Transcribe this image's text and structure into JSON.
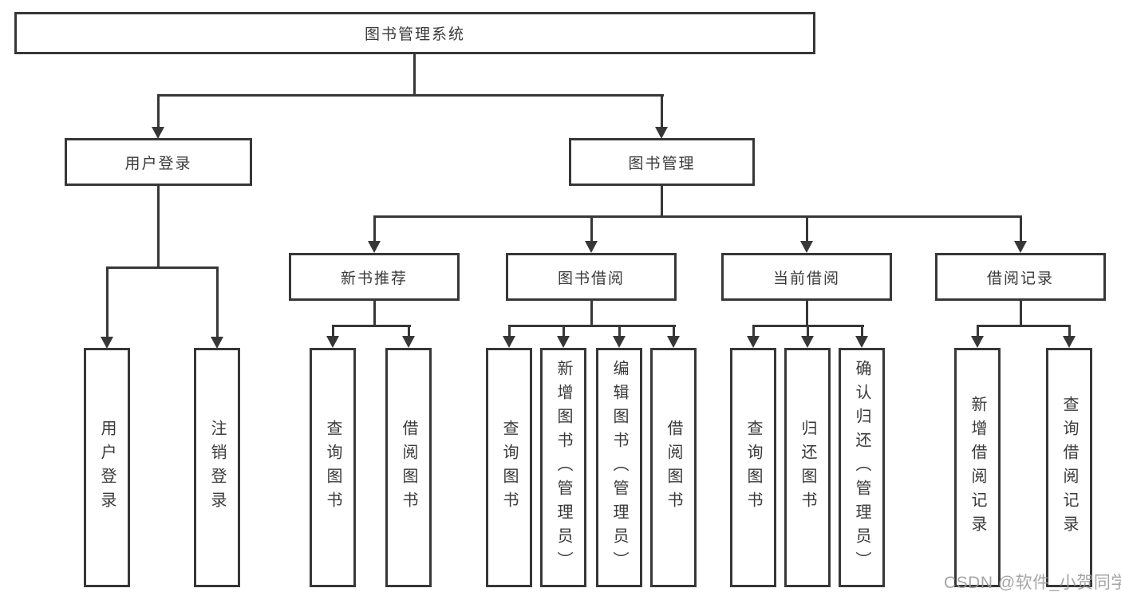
{
  "tree": {
    "label": "图书管理系统",
    "children": [
      {
        "label": "用户登录",
        "children": [
          {
            "label": "用户登录"
          },
          {
            "label": "注销登录"
          }
        ]
      },
      {
        "label": "图书管理",
        "children": [
          {
            "label": "新书推荐",
            "children": [
              {
                "label": "查询图书"
              },
              {
                "label": "借阅图书"
              }
            ]
          },
          {
            "label": "图书借阅",
            "children": [
              {
                "label": "查询图书"
              },
              {
                "label": "新增图书（管理员）"
              },
              {
                "label": "编辑图书（管理员）"
              },
              {
                "label": "借阅图书"
              }
            ]
          },
          {
            "label": "当前借阅",
            "children": [
              {
                "label": "查询图书"
              },
              {
                "label": "归还图书"
              },
              {
                "label": "确认归还（管理员）"
              }
            ]
          },
          {
            "label": "借阅记录",
            "children": [
              {
                "label": "新增借阅记录"
              },
              {
                "label": "查询借阅记录"
              }
            ]
          }
        ]
      }
    ]
  },
  "watermark": "CSDN @软件_小贺同学",
  "colors": {
    "line": "#373737",
    "text": "#3a3a3a",
    "watermark": "#9c9c9c",
    "bg": "#ffffff"
  }
}
